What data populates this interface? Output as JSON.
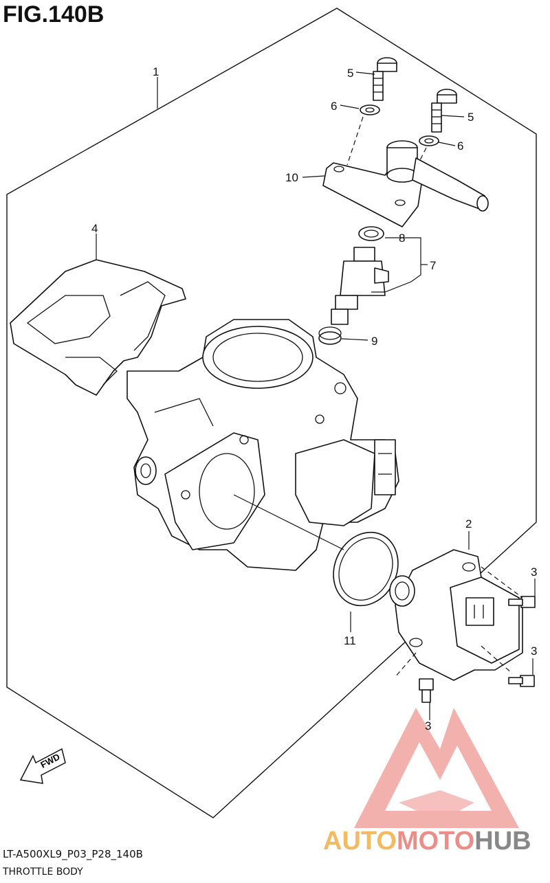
{
  "figure": {
    "title": "FIG.140B"
  },
  "footer": {
    "code": "LT-A500XL9_P03_P28_140B",
    "caption": "THROTTLE BODY"
  },
  "direction_badge": {
    "label": "FWD"
  },
  "callouts": [
    "1",
    "2",
    "3",
    "3",
    "3",
    "4",
    "5",
    "5",
    "6",
    "6",
    "7",
    "8",
    "9",
    "10",
    "11"
  ],
  "watermark": {
    "part1": "AUTO",
    "part2": "MOTO",
    "part3": "HUB",
    "colors": [
      "#f2a93b",
      "#e8726a",
      "#6b6b6b"
    ]
  }
}
